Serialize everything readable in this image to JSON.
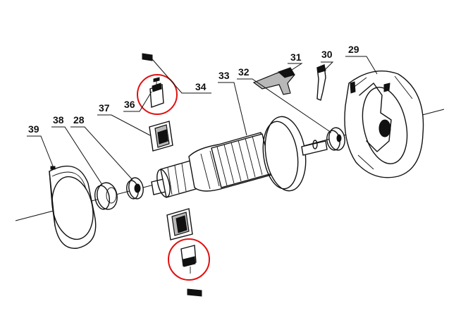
{
  "diagram": {
    "parts": [
      {
        "id": "p29",
        "label": "29"
      },
      {
        "id": "p30",
        "label": "30"
      },
      {
        "id": "p31",
        "label": "31"
      },
      {
        "id": "p32",
        "label": "32"
      },
      {
        "id": "p33",
        "label": "33"
      },
      {
        "id": "p34",
        "label": "34"
      },
      {
        "id": "p36",
        "label": "36"
      },
      {
        "id": "p37",
        "label": "37"
      },
      {
        "id": "p28",
        "label": "28"
      },
      {
        "id": "p38",
        "label": "38"
      },
      {
        "id": "p39",
        "label": "39"
      }
    ],
    "highlight_color": "#e01010"
  }
}
